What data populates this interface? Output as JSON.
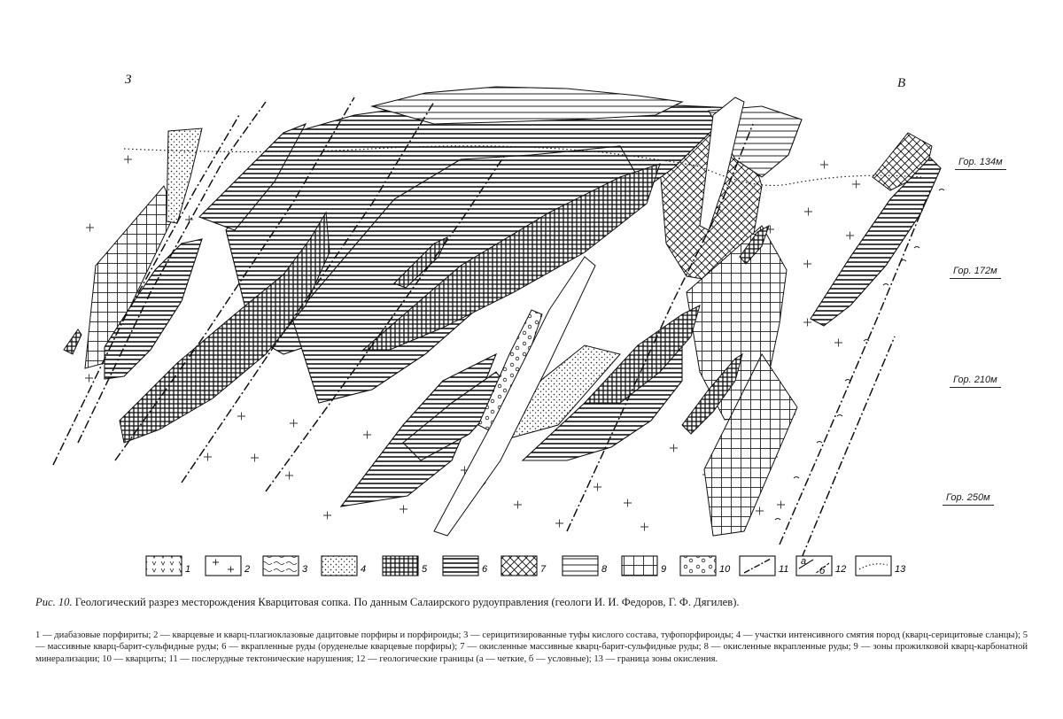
{
  "section": {
    "west_label": "З",
    "east_label": "В",
    "levels": [
      {
        "label": "Гор. 134м"
      },
      {
        "label": "Гор. 172м"
      },
      {
        "label": "Гор. 210м"
      },
      {
        "label": "Гор. 250м"
      }
    ]
  },
  "legend": [
    {
      "num": "1",
      "pattern": "v-marks"
    },
    {
      "num": "2",
      "pattern": "crosses"
    },
    {
      "num": "3",
      "pattern": "wavy"
    },
    {
      "num": "4",
      "pattern": "dots"
    },
    {
      "num": "5",
      "pattern": "dense-cross-hatch"
    },
    {
      "num": "6",
      "pattern": "dense-horizontal-lines"
    },
    {
      "num": "7",
      "pattern": "cross-hatch"
    },
    {
      "num": "8",
      "pattern": "horizontal-lines"
    },
    {
      "num": "9",
      "pattern": "grid"
    },
    {
      "num": "10",
      "pattern": "circles"
    },
    {
      "num": "11",
      "pattern": "dash-dot-fault"
    },
    {
      "num": "12",
      "pattern": "boundaries"
    },
    {
      "num": "13",
      "pattern": "dotted-line"
    }
  ],
  "caption": {
    "fig_label": "Рис. 10.",
    "text": "Геологический разрез месторождения Кварцитовая сопка. По данным Салаирского рудоуправления (геологи И. И. Федоров, Г. Ф. Дягилев)."
  },
  "notes": "1 — диабазовые порфириты; 2 — кварцевые и кварц-плагиоклазовые дацитовые порфиры и порфироиды; 3 — серицитизированные туфы кислого состава, туфопорфироиды; 4 — участки интенсивного смятия пород (кварц-серицитовые сланцы); 5 — массивные кварц-барит-сульфидные руды; 6 — вкрапленные руды (оруденелые кварцевые порфиры); 7 — окисленные массивные кварц-барит-сульфидные руды; 8 — окисленные вкрапленные руды; 9 — зоны прожилковой кварц-карбонатной минерализации; 10 — кварциты; 11 — послерудные тектонические нарушения; 12 — геологические границы (а — четкие, б — условные); 13 — граница зоны окисления."
}
